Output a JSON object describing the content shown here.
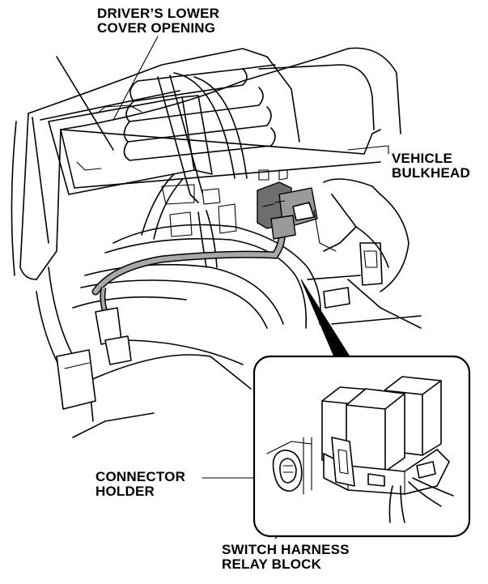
{
  "labels": {
    "drivers_lower_cover": {
      "line1": "DRIVER’S LOWER",
      "line2": "COVER OPENING"
    },
    "vehicle_bulkhead": {
      "line1": "VEHICLE",
      "line2": "BULKHEAD"
    },
    "connector_holder": {
      "line1": "CONNECTOR",
      "line2": "HOLDER"
    },
    "switch_harness_relay_block": {
      "line1": "SWITCH HARNESS",
      "line2": "RELAY BLOCK"
    }
  }
}
